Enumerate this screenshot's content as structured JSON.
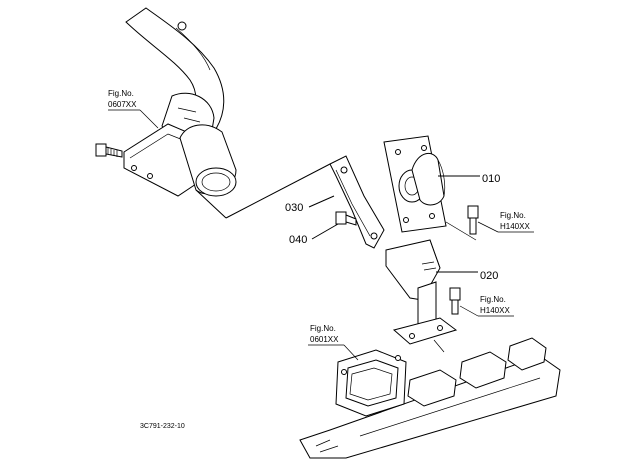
{
  "figure_refs": {
    "ref_0607": {
      "line1": "Fig.No.",
      "line2": "0607XX"
    },
    "ref_h140_a": {
      "line1": "Fig.No.",
      "line2": "H140XX"
    },
    "ref_h140_b": {
      "line1": "Fig.No.",
      "line2": "H140XX"
    },
    "ref_0601": {
      "line1": "Fig.No.",
      "line2": "0601XX"
    }
  },
  "callouts": {
    "part_010": "010",
    "part_020": "020",
    "part_030": "030",
    "part_040": "040"
  },
  "drawing_code": "3C791-232-10"
}
